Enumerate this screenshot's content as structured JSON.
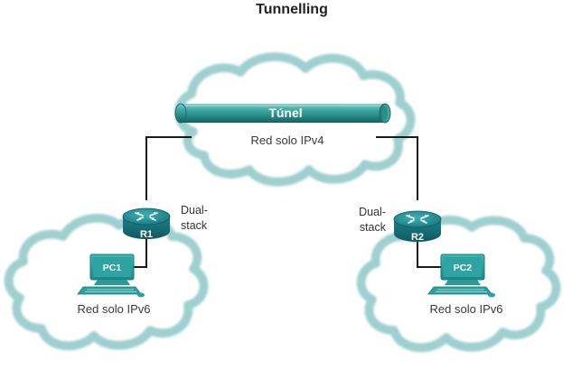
{
  "title": "Tunnelling",
  "tunnel": {
    "label": "Túnel"
  },
  "ipv4_network": {
    "label": "Red solo IPv4"
  },
  "routers": [
    {
      "id": "R1",
      "role_line1": "Dual-",
      "role_line2": "stack"
    },
    {
      "id": "R2",
      "role_line1": "Dual-",
      "role_line2": "stack"
    }
  ],
  "pcs": [
    {
      "id": "PC1"
    },
    {
      "id": "PC2"
    }
  ],
  "ipv6_networks": [
    {
      "label": "Red solo IPv6"
    },
    {
      "label": "Red solo IPv6"
    }
  ],
  "colors": {
    "cloud_outline": "#9ed0cf",
    "tunnel": "#3a9c98",
    "router": "#1f8a90",
    "pc": "#2aa0a0",
    "link": "#1a1a1a"
  }
}
